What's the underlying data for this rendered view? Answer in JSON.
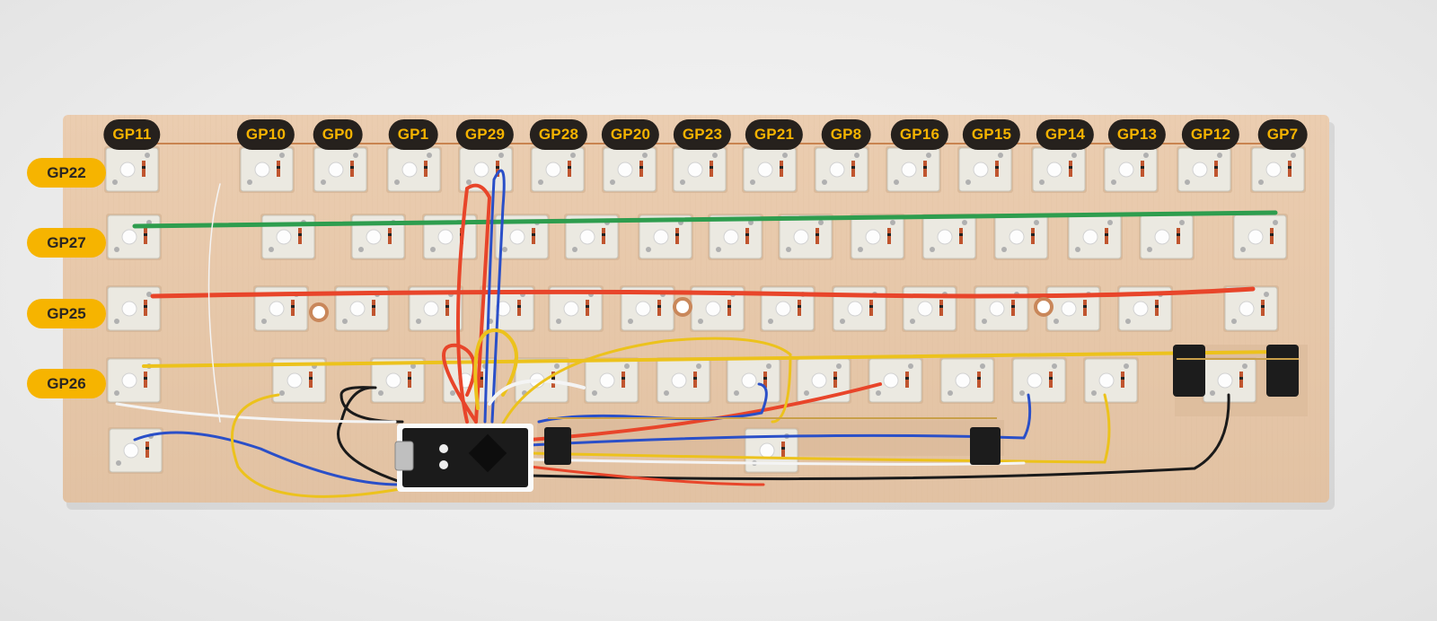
{
  "columns": [
    "GP11",
    "GP10",
    "GP0",
    "GP1",
    "GP29",
    "GP28",
    "GP20",
    "GP23",
    "GP21",
    "GP8",
    "GP16",
    "GP15",
    "GP14",
    "GP13",
    "GP12",
    "GP7"
  ],
  "rows": [
    "GP22",
    "GP27",
    "GP25",
    "GP26"
  ],
  "colors": {
    "plate": "#e8c9ab",
    "label_dark": "#26211d",
    "label_accent": "#f5b300",
    "wire_green": "#2e9d4e",
    "wire_red": "#e8452a",
    "wire_yellow": "#ecc21c",
    "wire_blue": "#2a4fc8",
    "wire_white": "#f4f4f4",
    "wire_black": "#1a1a1a",
    "copper": "#c98450"
  }
}
